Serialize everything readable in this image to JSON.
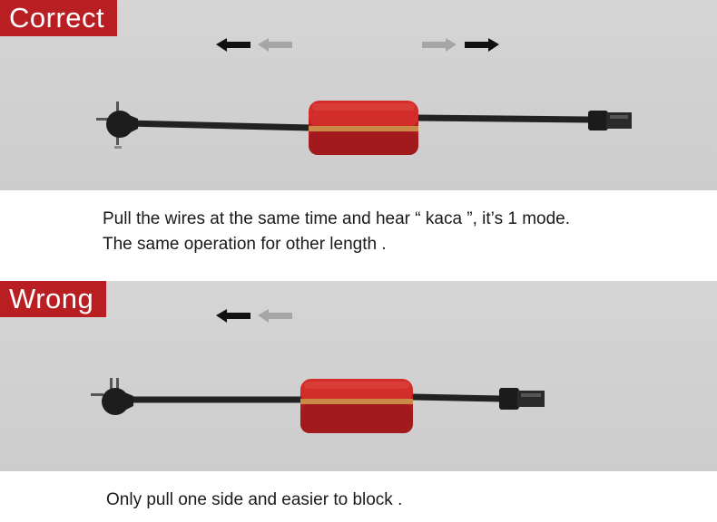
{
  "correct": {
    "label": "Correct",
    "caption_lines": [
      "Pull the wires at the same time and hear “ kaca ”, it’s 1 mode.",
      "The same operation for other length ."
    ]
  },
  "wrong": {
    "label": "Wrong",
    "caption": "Only pull one side and easier to block ."
  },
  "colors": {
    "label_red": "#b81e22",
    "reel_red": "#c82a2a",
    "panel_gray": "#d2d2d2",
    "cable_black": "#222222"
  },
  "icons": [
    "arrow-left-icon",
    "arrow-right-icon",
    "lightning-connector-icon",
    "usb-plug-icon"
  ]
}
